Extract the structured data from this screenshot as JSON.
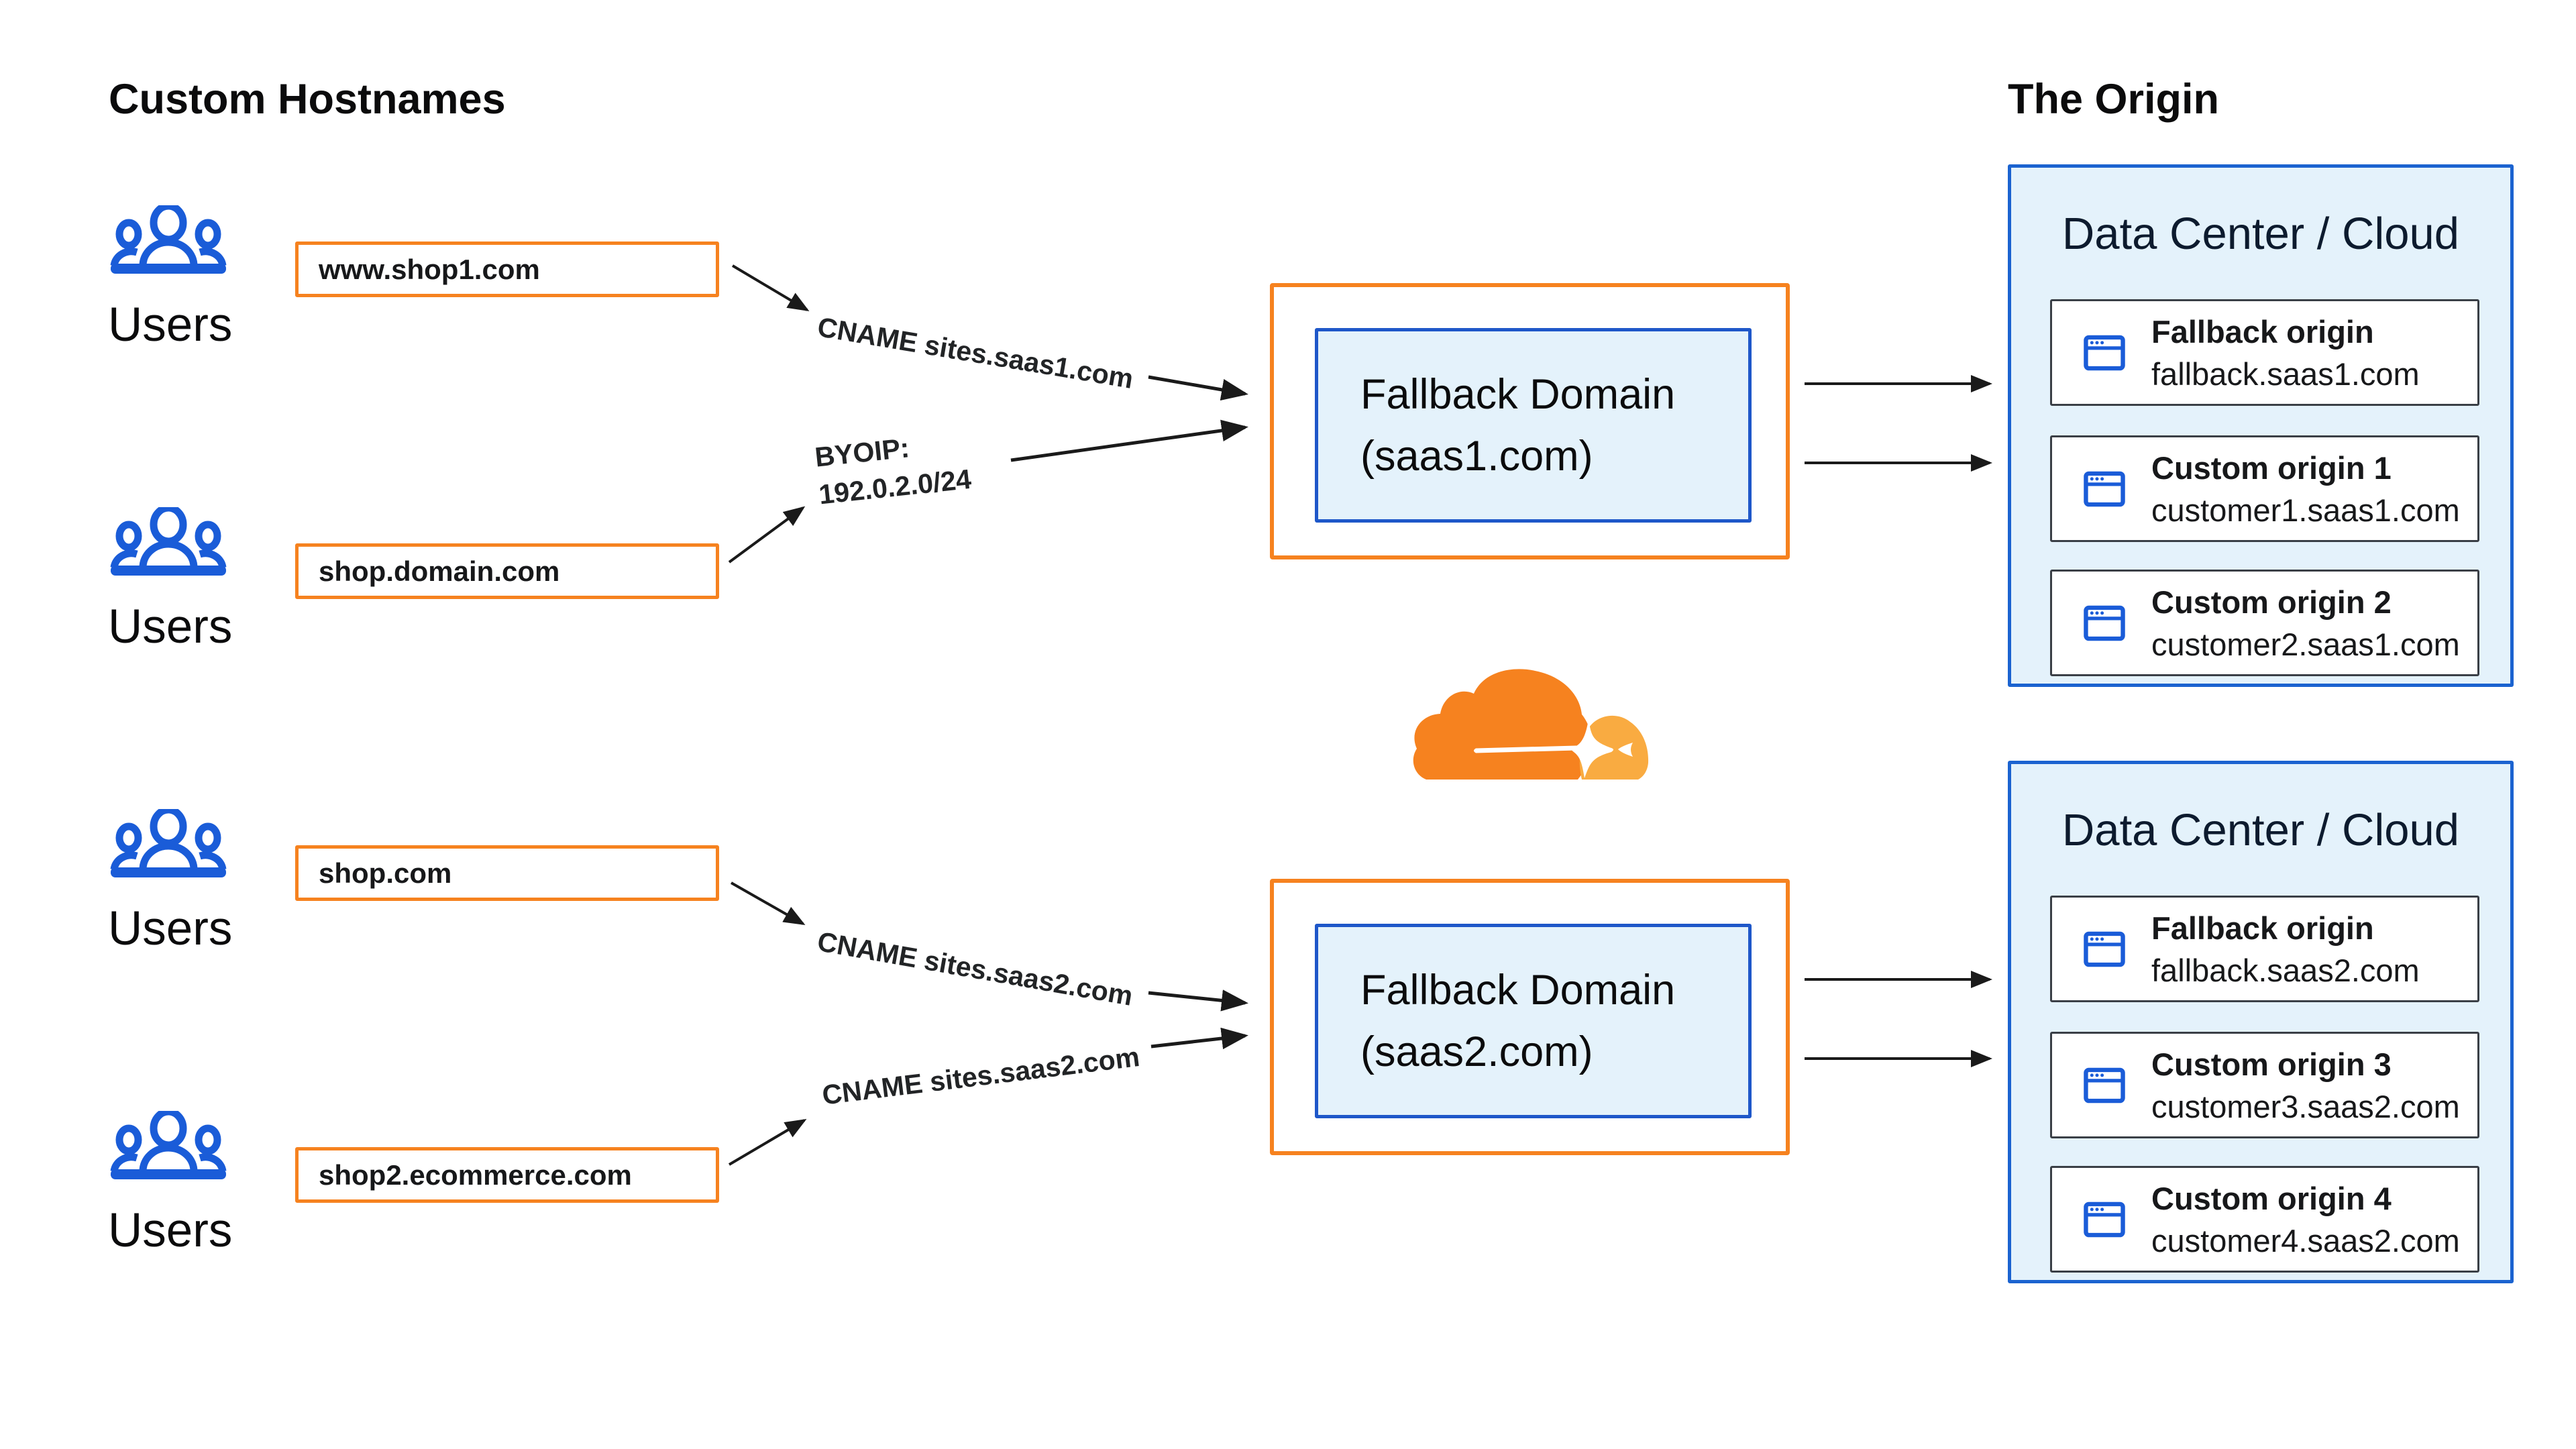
{
  "colors": {
    "orange": "#F6821F",
    "blue": "#1A5CD8",
    "light_blue_fill": "#E4F2FB",
    "dc_border": "#1B63D0",
    "inner_border": "#1E57C9",
    "card_border": "#3A3F46",
    "arrow": "#1A1A1A",
    "cloud_orange": "#F6821F",
    "cloud_light_orange": "#F9AB41",
    "text": "#0B0B0C"
  },
  "left": {
    "title": "Custom Hostnames",
    "groups": [
      {
        "user_label": "Users",
        "hostname": "www.shop1.com"
      },
      {
        "user_label": "Users",
        "hostname": "shop.domain.com"
      },
      {
        "user_label": "Users",
        "hostname": "shop.com"
      },
      {
        "user_label": "Users",
        "hostname": "shop2.ecommerce.com"
      }
    ]
  },
  "connections": {
    "cname_saas1": "CNAME sites.saas1.com",
    "byoip_line1": "BYOIP:",
    "byoip_line2": "192.0.2.0/24",
    "cname_saas2_upper": "CNAME sites.saas2.com",
    "cname_saas2_lower": "CNAME sites.saas2.com"
  },
  "fallback_domains": [
    {
      "line1": "Fallback Domain",
      "line2": "(saas1.com)"
    },
    {
      "line1": "Fallback Domain",
      "line2": "(saas2.com)"
    }
  ],
  "origin": {
    "title": "The Origin",
    "datacenters": [
      {
        "title": "Data Center / Cloud",
        "origins": [
          {
            "name": "Fallback origin",
            "host": "fallback.saas1.com"
          },
          {
            "name": "Custom origin 1",
            "host": "customer1.saas1.com"
          },
          {
            "name": "Custom origin 2",
            "host": "customer2.saas1.com"
          }
        ]
      },
      {
        "title": "Data Center / Cloud",
        "origins": [
          {
            "name": "Fallback origin",
            "host": "fallback.saas2.com"
          },
          {
            "name": "Custom origin 3",
            "host": "customer3.saas2.com"
          },
          {
            "name": "Custom origin 4",
            "host": "customer4.saas2.com"
          }
        ]
      }
    ]
  }
}
